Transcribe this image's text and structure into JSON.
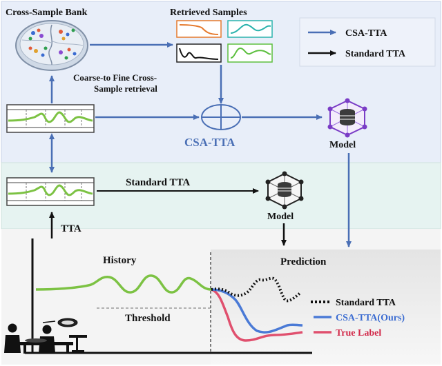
{
  "top": {
    "bank_title": "Cross-Sample Bank",
    "retrieved_title": "Retrieved Samples",
    "retrieval_line1": "Coarse-to Fine Cross-",
    "retrieval_line2": "Sample retrieval",
    "csa_label": "CSA-TTA",
    "model_label": "Model"
  },
  "legend_top": {
    "items": [
      {
        "label": "CSA-TTA",
        "color": "#4a6fb5"
      },
      {
        "label": "Standard TTA",
        "color": "#111111"
      }
    ]
  },
  "middle": {
    "standard_label": "Standard TTA",
    "model_label": "Model"
  },
  "bottom": {
    "tta_label": "TTA",
    "history_label": "History",
    "prediction_label": "Prediction",
    "threshold_label": "Threshold"
  },
  "legend_bottom": {
    "items": [
      {
        "label": "Standard TTA",
        "color": "#111111",
        "style": "dotted"
      },
      {
        "label": "CSA-TTA(Ours)",
        "color": "#4a7ad6",
        "style": "solid"
      },
      {
        "label": "True Label",
        "color": "#e0506e",
        "style": "solid"
      }
    ]
  },
  "colors": {
    "top_bg": "#e8eef9",
    "mid_bg": "#e6f3f1",
    "bottom_bg": "#f3f3f3",
    "signal_green": "#7cc243",
    "csa_blue": "#4a6fb5",
    "model_purple": "#7a3cc6"
  }
}
